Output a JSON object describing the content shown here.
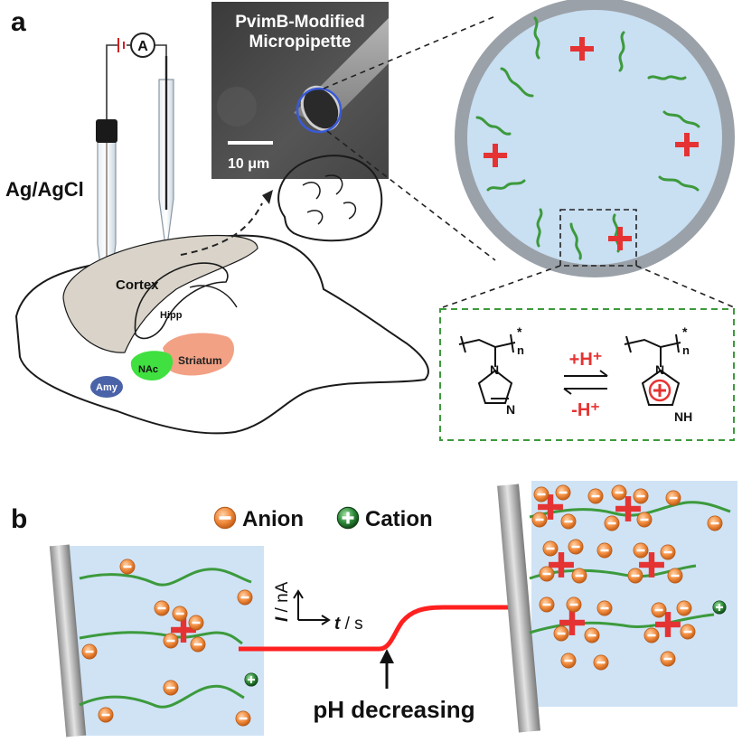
{
  "panel_a": {
    "label": "a",
    "sem": {
      "title_line1": "PvimB-Modified",
      "title_line2": "Micropipette",
      "scale_label": "10 μm"
    },
    "electrode_label": "Ag/AgCl",
    "ammeter_symbol": "A",
    "brain": {
      "cortex": "Cortex",
      "hipp": "Hipp",
      "striatum": "Striatum",
      "nac": "NAc",
      "amy": "Amy"
    },
    "chem": {
      "n_sub": "n",
      "star": "*",
      "ring_n_top": "N",
      "ring_n": "N",
      "ring_nh": "NH",
      "forward": "+H⁺",
      "reverse": "-H⁺"
    },
    "colors": {
      "polymer": "#3c9a3c",
      "charge": "#e53333",
      "pore_fill": "#c9dff2"
    }
  },
  "panel_b": {
    "label": "b",
    "legend": {
      "anion": "Anion",
      "cation": "Cation"
    },
    "axis_y_italic": "I",
    "axis_y_unit": " / nA",
    "axis_x_italic": "t",
    "axis_x_unit": " / s",
    "event_label": "pH decreasing",
    "colors": {
      "trace": "#ff2020",
      "anion": "#f08a3c",
      "cation": "#2d8a3a"
    }
  }
}
